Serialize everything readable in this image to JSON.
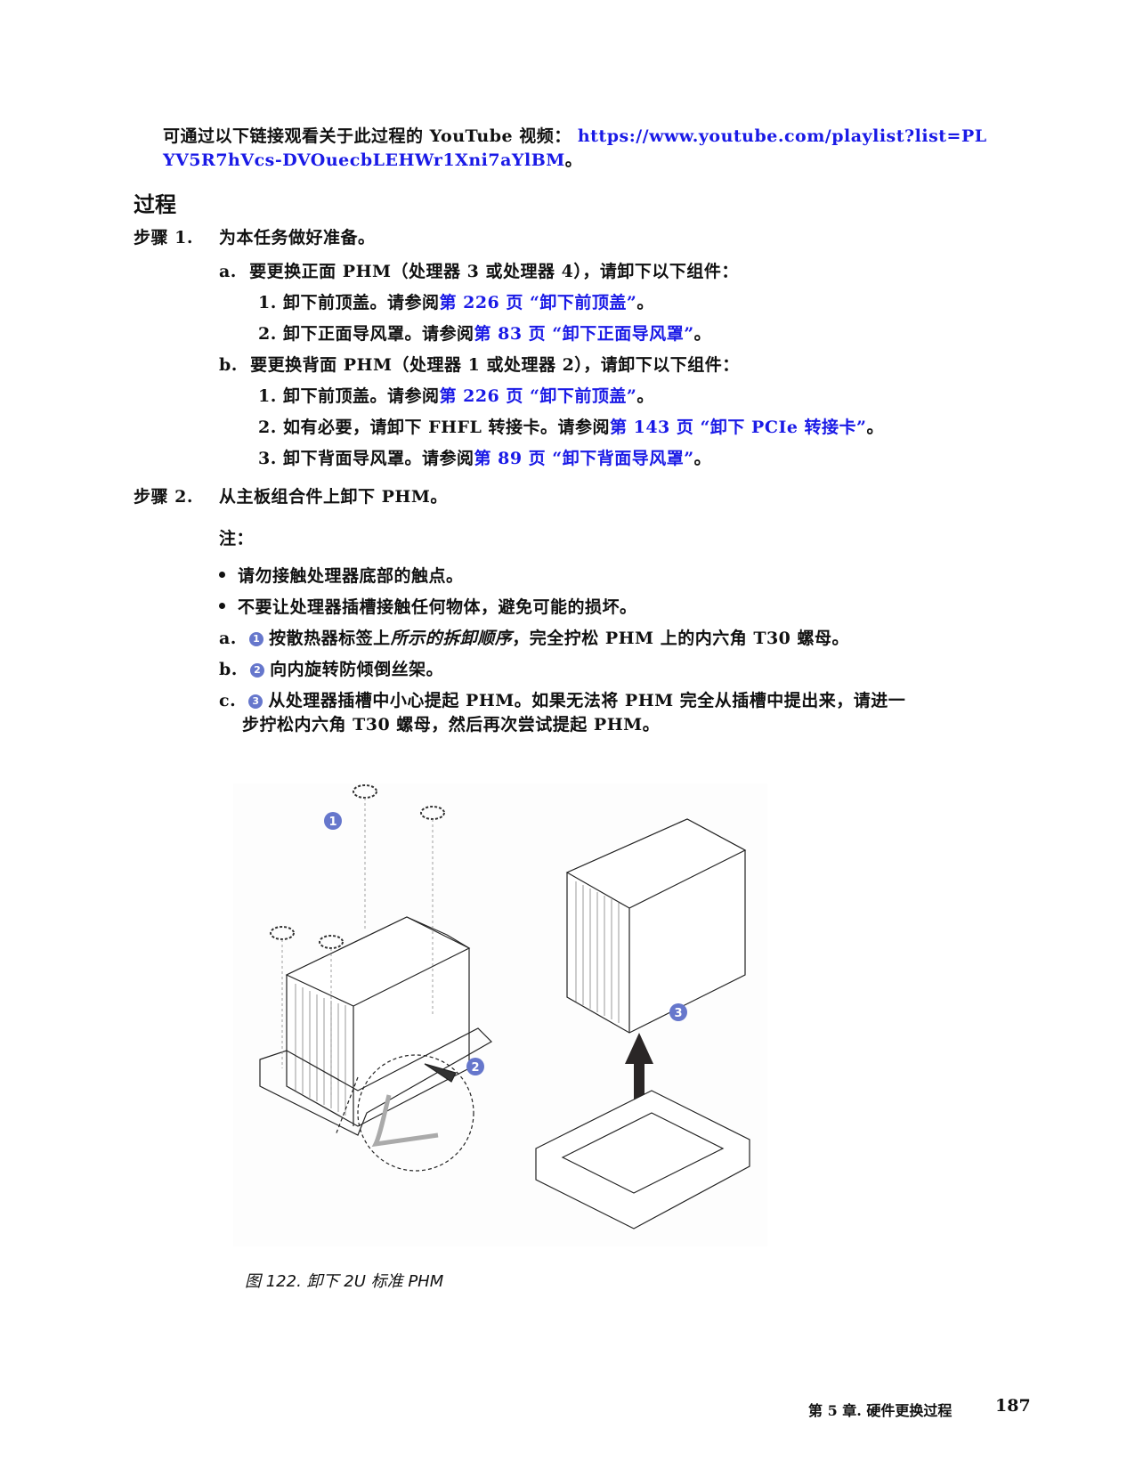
{
  "intro": {
    "text": "可通过以下链接观看关于此过程的 YouTube 视频：",
    "link_part1": "https://www.youtube.com/playlist?list=PL",
    "link_part2": "YV5R7hVcs-DVOuecbLEHWr1Xni7aYlBM",
    "end": "。"
  },
  "section_title": "过程",
  "step1": {
    "label": "步骤 1.",
    "text": "为本任务做好准备。",
    "a": {
      "marker": "a.",
      "text": "要更换正面 PHM（处理器 3 或处理器 4），请卸下以下组件：",
      "items": [
        {
          "num": "1.",
          "text": "卸下前顶盖。请参阅",
          "link": "第 226 页 “卸下前顶盖”",
          "end": "。"
        },
        {
          "num": "2.",
          "text": "卸下正面导风罩。请参阅",
          "link": "第 83 页 “卸下正面导风罩”",
          "end": "。"
        }
      ]
    },
    "b": {
      "marker": "b.",
      "text": "要更换背面 PHM（处理器 1 或处理器 2），请卸下以下组件：",
      "items": [
        {
          "num": "1.",
          "text": "卸下前顶盖。请参阅",
          "link": "第 226 页 “卸下前顶盖”",
          "end": "。"
        },
        {
          "num": "2.",
          "text": "如有必要，请卸下 FHFL 转接卡。请参阅",
          "link": "第 143 页 “卸下 PCIe 转接卡”",
          "end": "。"
        },
        {
          "num": "3.",
          "text": "卸下背面导风罩。请参阅",
          "link": "第 89 页 “卸下背面导风罩”",
          "end": "。"
        }
      ]
    }
  },
  "step2": {
    "label": "步骤 2.",
    "text": "从主板组合件上卸下 PHM。",
    "note_label": "注：",
    "notes": [
      "请勿接触处理器底部的触点。",
      "不要让处理器插槽接触任何物体，避免可能的损坏。"
    ],
    "substeps": [
      {
        "marker": "a.",
        "badge": "1",
        "pre": "按散热器标签上",
        "italic": "所示的拆卸顺序",
        "post": "，完全拧松 PHM 上的内六角 T30 螺母。"
      },
      {
        "marker": "b.",
        "badge": "2",
        "pre": "向内旋转防倾倒丝架。"
      },
      {
        "marker": "c.",
        "badge": "3",
        "pre": "从处理器插槽中小心提起 PHM。如果无法将 PHM 完全从插槽中提出来，请进一",
        "line2": "步拧松内六角 T30 螺母，然后再次尝试提起 PHM。"
      }
    ]
  },
  "figure": {
    "callouts": [
      "1",
      "2",
      "3"
    ],
    "caption": "图 122. 卸下 2U 标准 PHM"
  },
  "footer": {
    "chapter": "第 5 章. 硬件更换过程",
    "page": "187"
  },
  "colors": {
    "link": "#1a1ae6",
    "callout": "#6677cc"
  }
}
